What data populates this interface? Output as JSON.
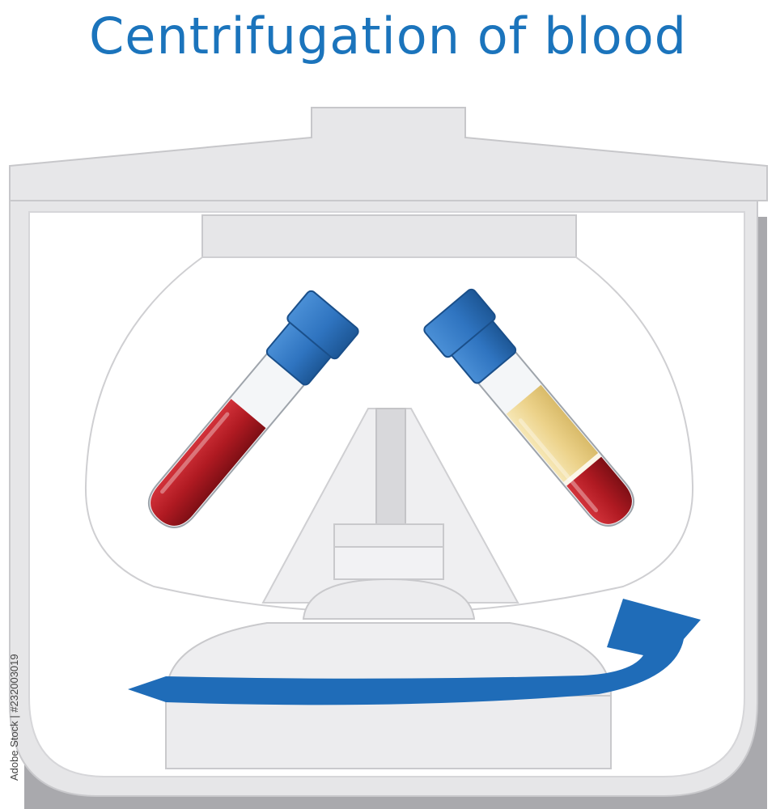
{
  "title": "Centrifugation of blood",
  "stock_id": "Adobe Stock | #232003019",
  "colors": {
    "title": "#1b74bc",
    "machine_body": "#e6e6e8",
    "machine_outline": "#c9c9cc",
    "cap_blue": "#2f74c0",
    "blood_red": "#b01a22",
    "plasma_yellow": "#f1dc9a",
    "arrow_blue": "#1f6cb8"
  },
  "elements": {
    "centrifuge": "centrifuge",
    "tube_whole_blood": "whole-blood-tube",
    "tube_separated_blood": "separated-blood-tube",
    "rotation_arrow": "rotation-arrow"
  }
}
